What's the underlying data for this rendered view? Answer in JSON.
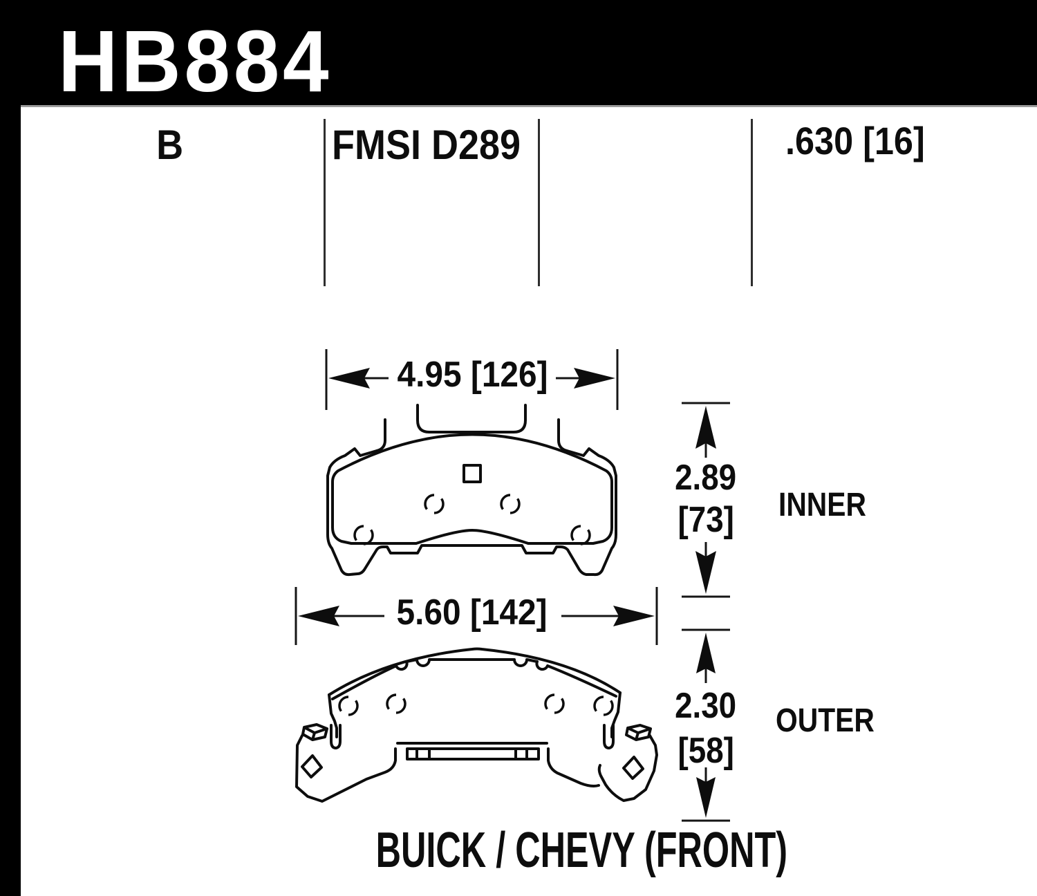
{
  "title": {
    "part_number": "HB884"
  },
  "spec_row": {
    "compound": "B",
    "fmsi": "FMSI D289",
    "pad_thickness": ".630 [16]"
  },
  "inner_pad": {
    "width_dim": "4.95 [126]",
    "height_dim_in": "2.89",
    "height_dim_mm": "[73]",
    "label": "INNER"
  },
  "outer_pad": {
    "width_dim": "5.60 [142]",
    "height_dim_in": "2.30",
    "height_dim_mm": "[58]",
    "label": "OUTER"
  },
  "caption": "BUICK / CHEVY (FRONT)",
  "colors": {
    "header_bg": "#000000",
    "header_fg": "#ffffff",
    "line": "#0d0d0d"
  }
}
